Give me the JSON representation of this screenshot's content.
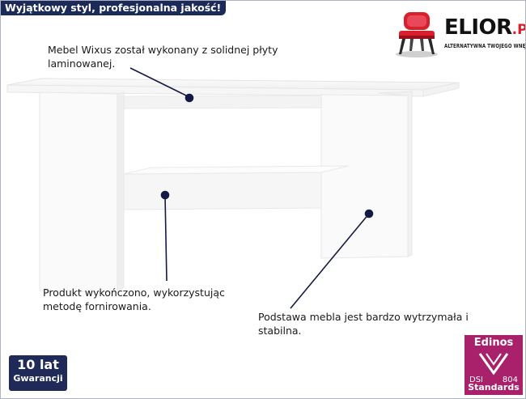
{
  "header": {
    "title": "Wyjątkowy styl, profesjonalna jakość!"
  },
  "logo": {
    "name_main": "ELIOR",
    "name_suffix": ".PL",
    "tagline": "ALTERNATYWNA TWOJEGO WNĘTRZA",
    "icon": "red-chair-icon"
  },
  "annotations": [
    {
      "line1": "Mebel Wixus został wykonany z solidnej płyty",
      "line2": "laminowanej."
    },
    {
      "line1": "Produkt wykończono, wykorzystując",
      "line2": "metodę fornirowania."
    },
    {
      "line1": "Podstawa mebla jest bardzo wytrzymała i",
      "line2": "stabilna."
    }
  ],
  "badges": {
    "warranty": {
      "years": "10 lat",
      "label": "Gwarancji"
    },
    "edinos": {
      "brand": "Edinos",
      "dsi": "DSI",
      "number": "804",
      "standards": "Standards"
    }
  },
  "colors": {
    "navy": "#1c2a5a",
    "marker": "#151a44",
    "magenta": "#a8216a",
    "red": "#d8202c"
  }
}
